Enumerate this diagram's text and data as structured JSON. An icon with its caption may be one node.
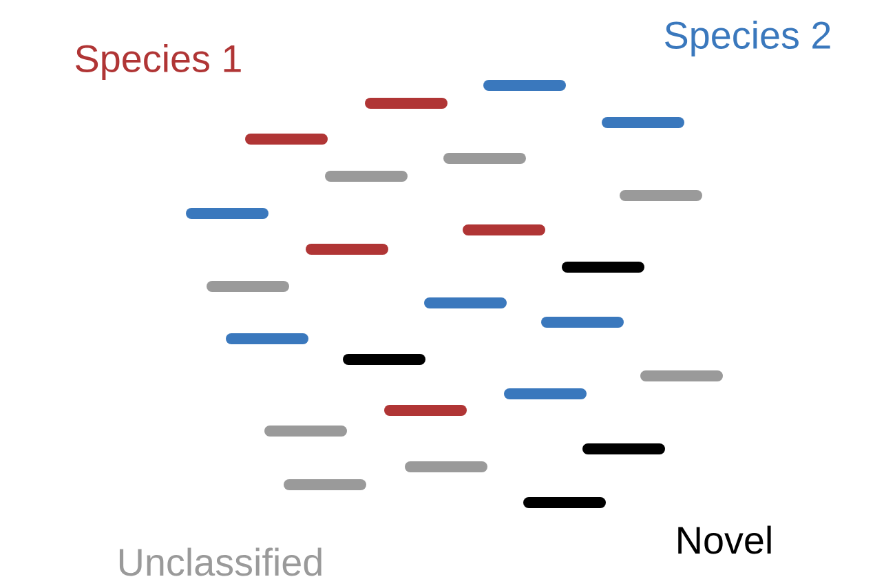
{
  "diagram": {
    "labels": [
      "Species 1",
      "Species 2",
      "Unclassified",
      "Novel"
    ]
  }
}
